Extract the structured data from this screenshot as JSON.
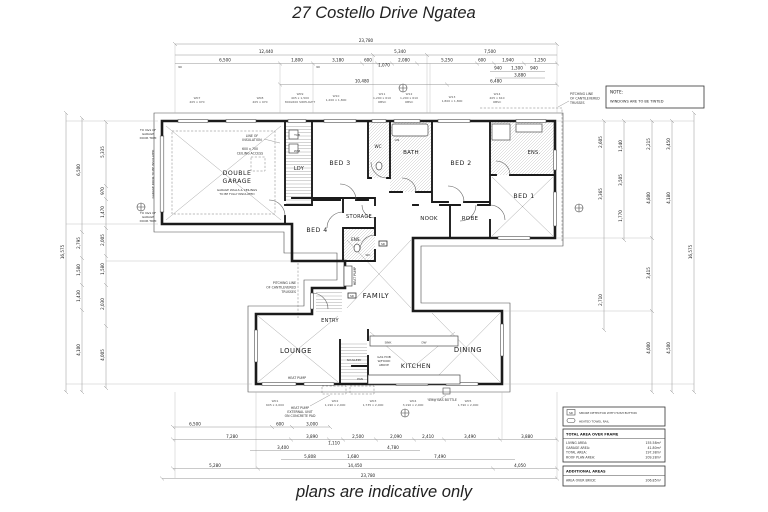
{
  "title": "27 Costello Drive Ngatea",
  "footer": "plans are indicative only",
  "note_box": {
    "title": "NOTE:",
    "body": "WINDOWS ARE TO BE TINTED"
  },
  "legend": {
    "sd_symbol": "SD",
    "sd_label": "SMOKE DETECTOR WITH HUSH BUTTON",
    "towel_label": "HEATED TOWEL RAIL"
  },
  "area_table": {
    "title": "TOTAL AREA OVER FRAME",
    "rows": [
      {
        "label": "LIVING AREA:",
        "value": "155.58m²"
      },
      {
        "label": "GARAGE AREA:",
        "value": "41.80m²"
      },
      {
        "label": "TOTAL AREA:",
        "value": "197.38m²"
      },
      {
        "label": "ROOF PLAN AREA:",
        "value": "209.28m²"
      }
    ]
  },
  "additional_table": {
    "title": "ADDITIONAL AREAS",
    "rows": [
      {
        "label": "AREA OVER BRICK:",
        "value": "206.85m²"
      }
    ]
  },
  "rooms": {
    "garage_l1": "DOUBLE",
    "garage_l2": "GARAGE",
    "garage_note1": "GARAGE WALLS & CEILINGS",
    "garage_note2": "TO BE FULLY INSULATED",
    "ldy": "LDY",
    "bed3": "BED 3",
    "wc": "WC",
    "bath": "BATH",
    "bed2": "BED 2",
    "ens1": "ENS.",
    "bed1": "BED 1",
    "bed4": "BED 4",
    "storage": "STORAGE",
    "ens2": "ENS.",
    "nook": "NOOK",
    "robe": "ROBE",
    "family": "FAMILY",
    "entry": "ENTRY",
    "lounge": "LOUNGE",
    "scullery": "SCULLERY",
    "kitchen": "KITCHEN",
    "dining": "DINING",
    "pan": "PAN"
  },
  "fixtures": {
    "tub": "TUB",
    "wm": "W/M",
    "lin": "LIN",
    "sink": "SINK",
    "dw": "DW",
    "sd": "SD"
  },
  "annotations": {
    "insulation1": "LINE OF",
    "insulation2": "INSULATION",
    "access1": "600 x 700",
    "access2": "CEILING ACCESS",
    "pitch1": "PITCHING LINE",
    "pitch2": "OF CANTILEVERED",
    "pitch3": "TRUSSES",
    "heat_pump": "HEAT PUMP",
    "hp_ext1": "HEAT PUMP",
    "hp_ext2": "EXTERNAL UNIT",
    "hp_ext3": "ON CONCRETE PAD",
    "gas_bottle": "45kg GAS BOTTLE",
    "hob1": "GAS HOB",
    "hob2": "W/HOOD",
    "hob3": "ABOVE",
    "trim1": "TO U&S OF",
    "trim2": "GARAGE",
    "trim3": "DOOR TRIM",
    "door_vert": "GARAGE DOOR TO BE INSULATED",
    "stud": "90"
  },
  "dims": {
    "top": {
      "total": "23,780",
      "row2": [
        "12,440",
        "5,340",
        "7,500"
      ],
      "row3": [
        "6,500",
        "1,800",
        "3,180",
        "600",
        "1,070",
        "2,080",
        "5,250",
        "600",
        "1,940",
        "1,250"
      ],
      "row4": [
        "940",
        "1,300",
        "940"
      ],
      "row4b": "3,880",
      "row5": [
        "10,480",
        "6,480"
      ]
    },
    "bottom": {
      "row1": [
        "6,500",
        "600",
        "3,000"
      ],
      "row2": [
        "7,280",
        "3,890",
        "1,110",
        "2,500",
        "2,090",
        "2,410",
        "3,490",
        "3,880"
      ],
      "row3": [
        "3,400",
        "4,780"
      ],
      "row4": [
        "5,808",
        "1,680",
        "7,490"
      ],
      "row5": [
        "5,280",
        "14,450",
        "4,050"
      ],
      "total": "23,780"
    },
    "left": {
      "total": "16,575",
      "chain1": [
        "6,500",
        "2,795",
        "1,580",
        "1,430",
        "4,100"
      ],
      "chain2": [
        "5,335",
        "970",
        "1,470",
        "2,005",
        "1,580",
        "2,030",
        "4,005"
      ]
    },
    "right": {
      "total": "16,575",
      "chain1": [
        "2,605",
        "3,365",
        "2,710"
      ],
      "chain2": [
        "1,540",
        "3,505",
        "1,770"
      ],
      "chain3": [
        "2,215",
        "4,800",
        "3,415",
        "4,000"
      ],
      "chain4": [
        "3,450",
        "4,180",
        "4,500"
      ]
    }
  },
  "window_tags": {
    "top": [
      {
        "tag": "W07",
        "size": "405 x 970"
      },
      {
        "tag": "W08",
        "size": "405 x 970"
      },
      {
        "tag": "W09",
        "size": "405 x 1,500",
        "extra": "800x600 SIDELIGHT"
      },
      {
        "tag": "W10",
        "size": "1,200 x 1,800"
      },
      {
        "tag": "W11",
        "size": "1,200 x 610",
        "extra": "OBSC"
      },
      {
        "tag": "W12",
        "size": "1,200 x 610",
        "extra": "OBSC"
      },
      {
        "tag": "W13",
        "size": "1,800 x 1,800"
      },
      {
        "tag": "W14",
        "size": "405 x 610",
        "extra": "OBSC"
      }
    ],
    "bottom": [
      {
        "tag": "W01",
        "size": "605 x 2,000"
      },
      {
        "tag": "W02",
        "size": "1,190 x 2,000"
      },
      {
        "tag": "W03",
        "size": "1,735 x 2,000"
      },
      {
        "tag": "W04",
        "size": "3,190 x 2,000"
      },
      {
        "tag": "W05",
        "size": "1,790 x 2,000"
      }
    ]
  }
}
